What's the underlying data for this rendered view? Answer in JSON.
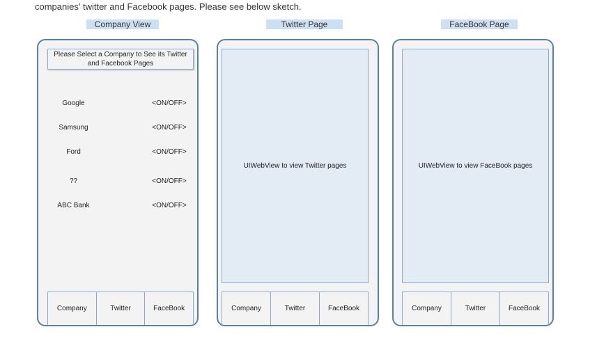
{
  "intro_text": "companies' twitter and Facebook pages. Please see below sketch.",
  "panels": [
    {
      "title": "Company View",
      "header": "Please Select a Company to See its Twitter and Facebook Pages",
      "companies": [
        {
          "name": "Google",
          "toggle": "<ON/OFF>"
        },
        {
          "name": "Samsung",
          "toggle": "<ON/OFF>"
        },
        {
          "name": "Ford",
          "toggle": "<ON/OFF>"
        },
        {
          "name": "??",
          "toggle": "<ON/OFF>"
        },
        {
          "name": "ABC Bank",
          "toggle": "<ON/OFF>"
        }
      ]
    },
    {
      "title": "Twitter Page",
      "webview": "UIWebView to view Twitter pages"
    },
    {
      "title": "FaceBook Page",
      "webview": "UIWebView to view FaceBook pages"
    }
  ],
  "tabs": [
    "Company",
    "Twitter",
    "FaceBook"
  ]
}
